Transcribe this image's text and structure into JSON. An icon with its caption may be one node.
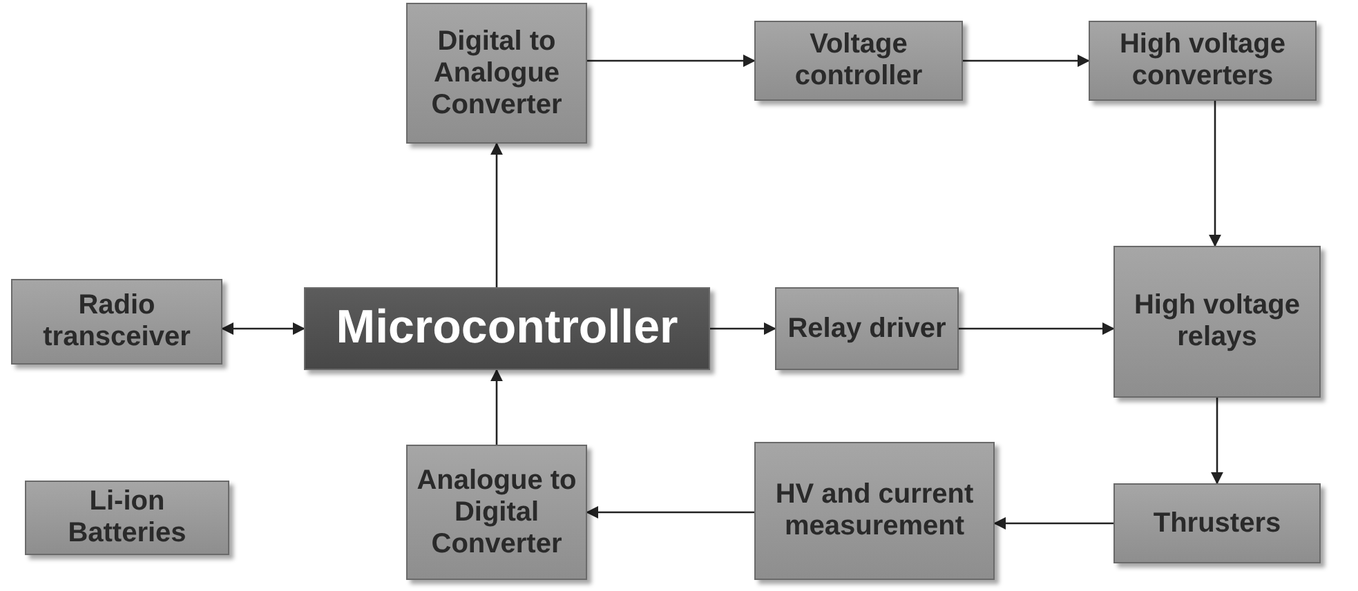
{
  "diagram": {
    "nodes": [
      {
        "text": [
          "Digital to Analogue Converter"
        ]
      },
      {
        "text": [
          "Voltage controller"
        ]
      },
      {
        "text": [
          "High voltage converters"
        ]
      },
      {
        "text": [
          "Radio transceiver"
        ]
      },
      {
        "text": [
          "Microcontroller"
        ]
      },
      {
        "text": [
          "Relay driver"
        ]
      },
      {
        "text": [
          "High voltage relays"
        ]
      },
      {
        "text": [
          "Li-ion Batteries"
        ]
      },
      {
        "text": [
          "Analogue to Digital Converter"
        ]
      },
      {
        "text": [
          "HV and current measurement"
        ]
      },
      {
        "text": [
          "Thrusters"
        ]
      }
    ],
    "edges": [
      {
        "from": 4,
        "to": 0,
        "arrow": "to"
      },
      {
        "from": 0,
        "to": 1,
        "arrow": "to"
      },
      {
        "from": 1,
        "to": 2,
        "arrow": "to"
      },
      {
        "from": 2,
        "to": 6,
        "arrow": "to"
      },
      {
        "from": 3,
        "to": 4,
        "arrow": "both"
      },
      {
        "from": 4,
        "to": 5,
        "arrow": "to"
      },
      {
        "from": 5,
        "to": 6,
        "arrow": "to"
      },
      {
        "from": 6,
        "to": 10,
        "arrow": "to"
      },
      {
        "from": 10,
        "to": 9,
        "arrow": "to"
      },
      {
        "from": 9,
        "to": 8,
        "arrow": "to"
      },
      {
        "from": 8,
        "to": 4,
        "arrow": "to"
      }
    ]
  }
}
